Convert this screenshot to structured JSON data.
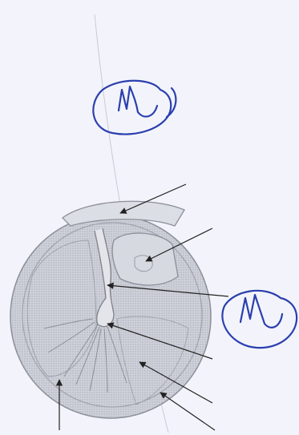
{
  "figure": {
    "ink_color": "#2b3fae",
    "paper_color": "#f3f4fb",
    "tissue_fill": "#c9ccd4",
    "tissue_stroke": "#8c8f98",
    "leader_color": "#222222",
    "handwritten_marks": [
      {
        "name": "top-handwritten-mark",
        "kind": "circled scribble"
      },
      {
        "name": "right-handwritten-mark",
        "kind": "circled scribble"
      }
    ],
    "leader_count": 7
  }
}
